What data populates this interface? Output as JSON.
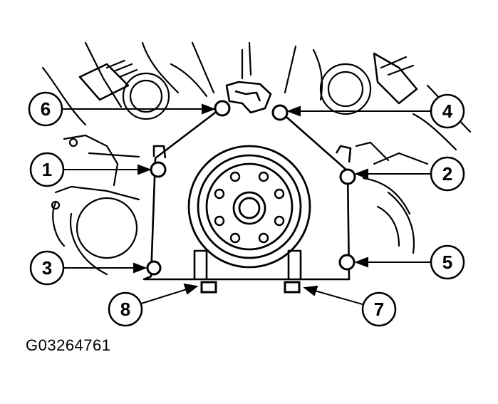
{
  "figure": {
    "id_text": "G03264761"
  },
  "callouts": [
    {
      "label": "1"
    },
    {
      "label": "2"
    },
    {
      "label": "3"
    },
    {
      "label": "4"
    },
    {
      "label": "5"
    },
    {
      "label": "6"
    },
    {
      "label": "7"
    },
    {
      "label": "8"
    }
  ],
  "colors": {
    "line": "#000000",
    "background": "#ffffff"
  }
}
